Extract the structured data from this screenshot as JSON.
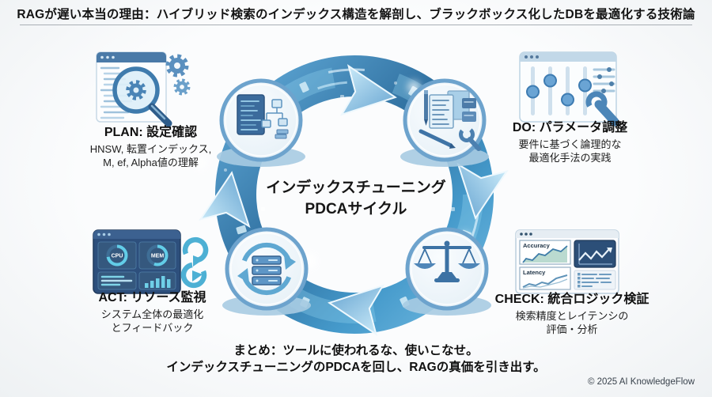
{
  "title": "RAGが遅い本当の理由：ハイブリッド検索のインデックス構造を解剖し、ブラックボックス化したDBを最適化する技術論",
  "cycle": {
    "center_line1": "インデックスチューニング",
    "center_line2": "PDCAサイクル",
    "direction": "clockwise",
    "node_icons": [
      "code-flowchart-icon",
      "documents-tools-icon",
      "balance-scale-icon",
      "refresh-servers-icon"
    ]
  },
  "quadrants": {
    "plan": {
      "heading": "PLAN: 設定確認",
      "line1": "HNSW, 転置インデックス,",
      "line2": "M, ef, Alpha値の理解",
      "icon": "magnifier-gears-window-icon"
    },
    "do": {
      "heading": "DO: パラメータ調整",
      "line1": "要件に基づく論理的な",
      "line2": "最適化手法の実践",
      "icon": "sliders-wrench-window-icon"
    },
    "check": {
      "heading": "CHECK: 統合ロジック検証",
      "line1": "検索精度とレイテンシの",
      "line2": "評価・分析",
      "icon": "charts-window-icon",
      "chart1_label": "Accuracy",
      "chart2_label": "Latency"
    },
    "act": {
      "heading": "ACT: リソース監視",
      "line1": "システム全体の最適化",
      "line2": "とフィードバック",
      "icon": "monitoring-dashboard-refresh-icon",
      "gauge1_label": "CPU",
      "gauge2_label": "MEM"
    }
  },
  "summary": {
    "line1": "まとめ：ツールに使われるな、使いこなせ。",
    "line2": "インデックスチューニングのPDCAを回し、RAGの真価を引き出す。"
  },
  "footer": {
    "copyright": "© 2025 AI KnowledgeFlow"
  },
  "colors": {
    "band_blue": "#3b82b8",
    "band_light": "#7cc5e6",
    "arrow_light": "#b5def2",
    "node_fill": "#ecf4fa",
    "node_rim": "#6da3cd",
    "dark_panel": "#2d4f7c",
    "cyan_accent": "#5fc8e6",
    "background": "#f3f5f6",
    "text": "#1c1c1c"
  }
}
